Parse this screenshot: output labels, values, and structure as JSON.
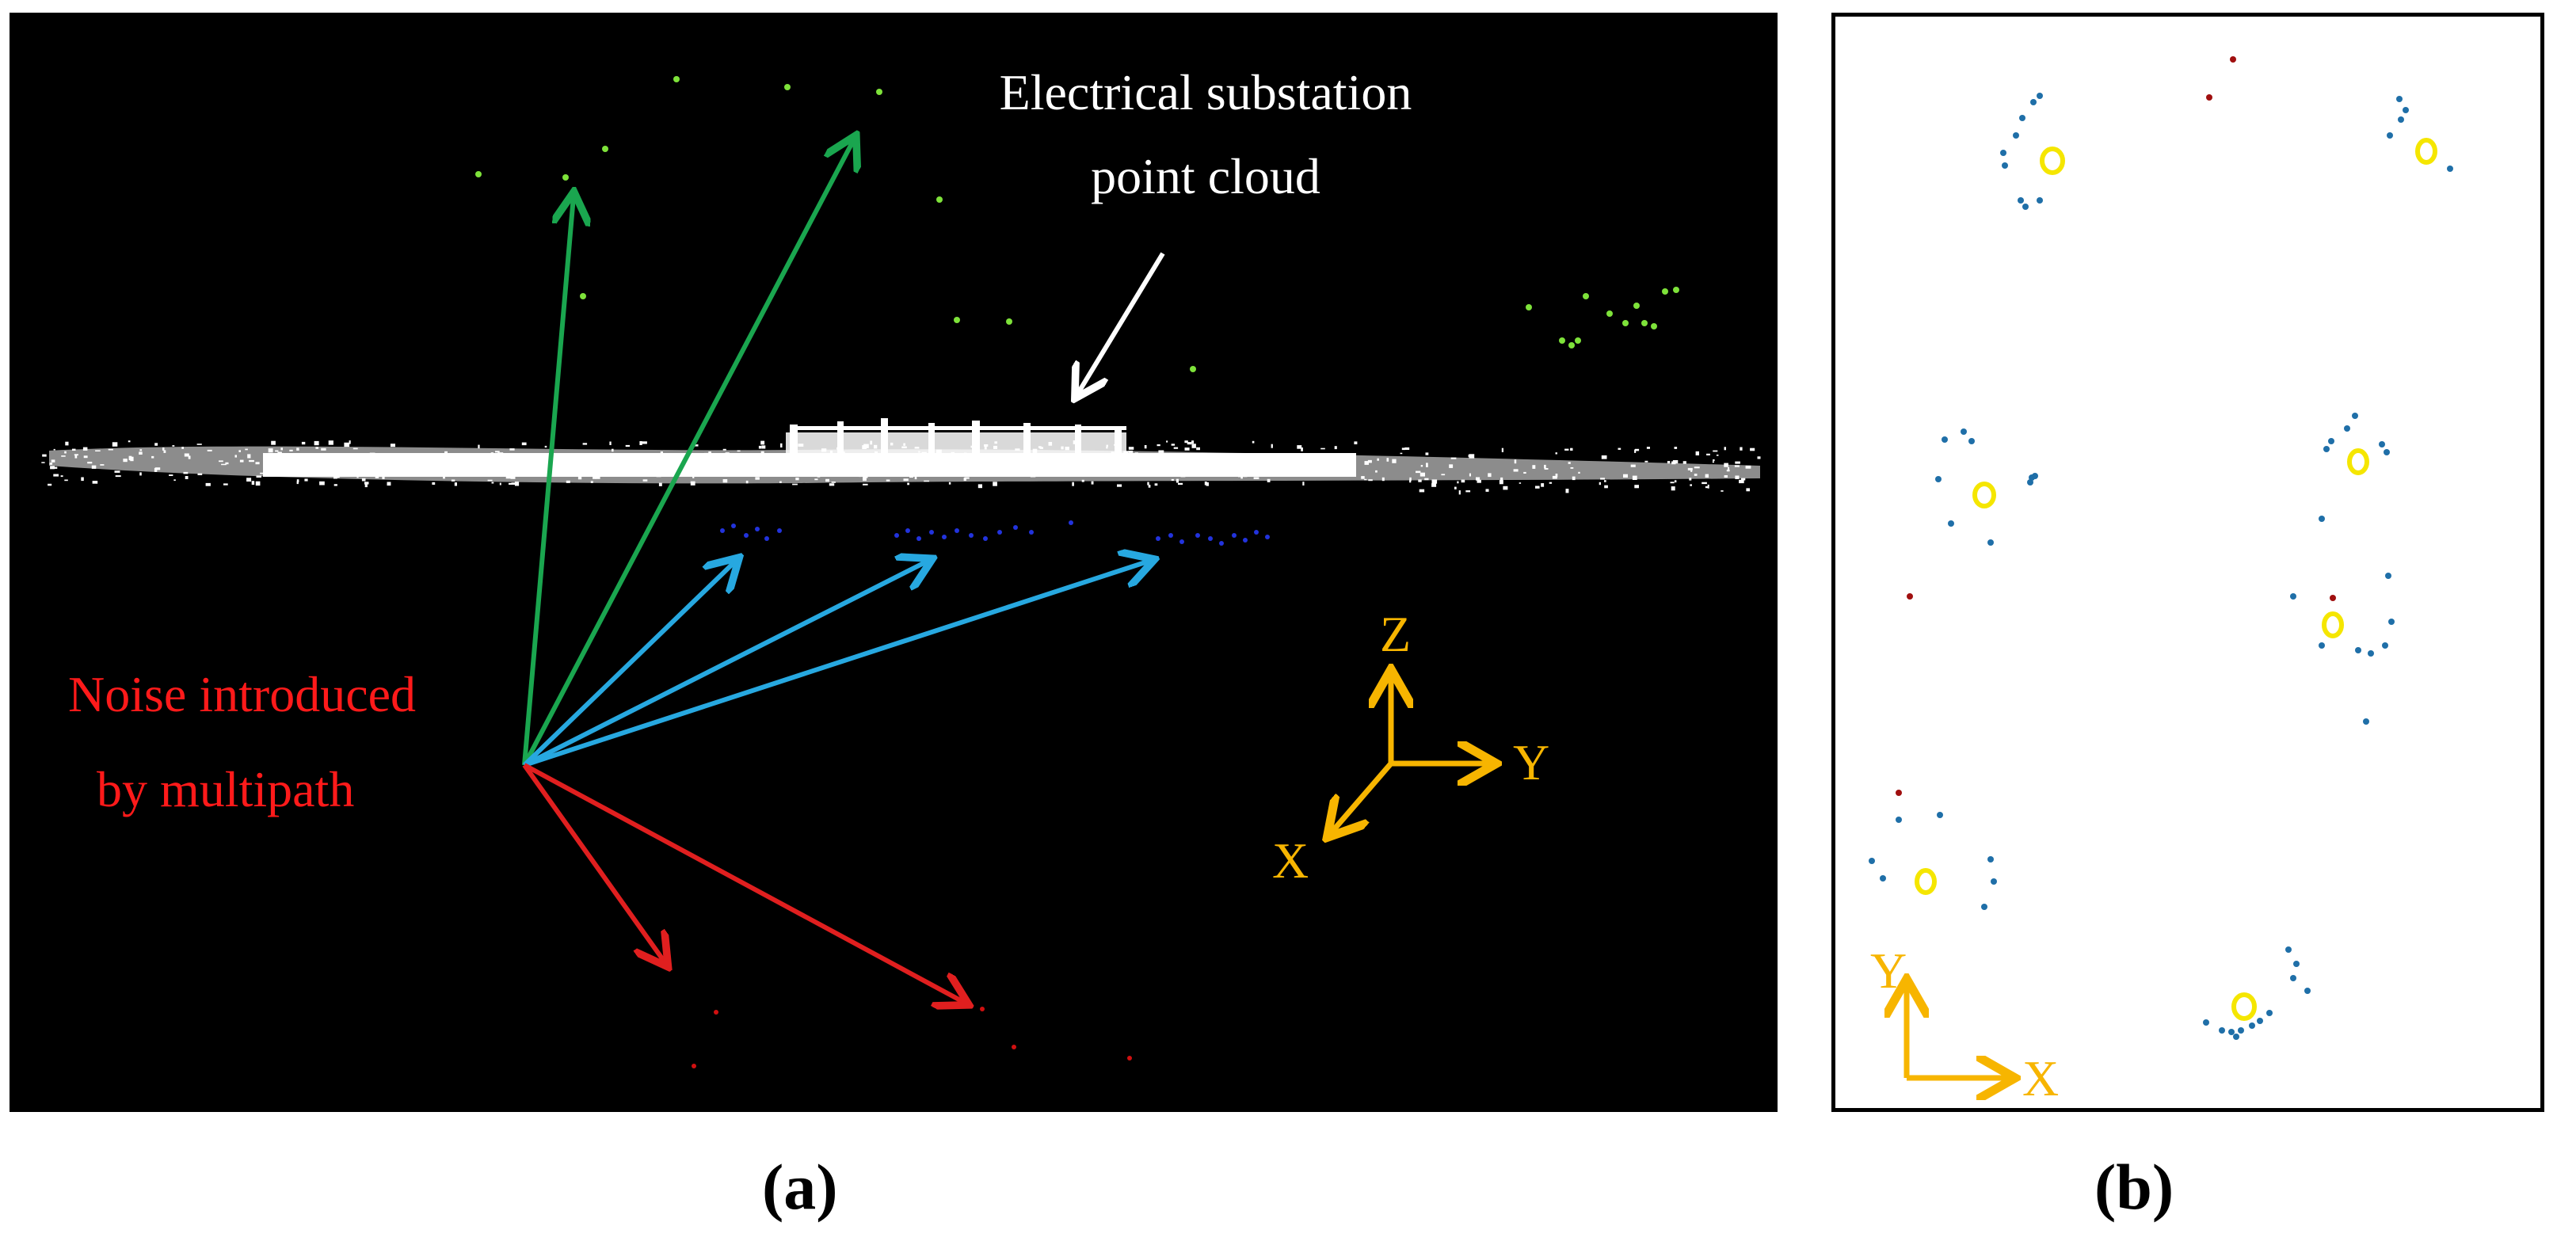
{
  "panel_a": {
    "annotation": {
      "line1": "Electrical substation",
      "line2": "point cloud"
    },
    "noise_label": {
      "line1": "Noise introduced",
      "line2": "by multipath"
    },
    "axes": {
      "z": "Z",
      "y": "Y",
      "x": "X"
    }
  },
  "panel_b": {
    "axes": {
      "y": "Y",
      "x": "X"
    }
  },
  "captions": {
    "a": "(a)",
    "b": "(b)"
  },
  "colors": {
    "green_arrow": "#1aa64f",
    "cyan_arrow": "#27a8e0",
    "red_arrow": "#e01f1f",
    "axis_orange": "#f7b500",
    "white_text": "#ffffff",
    "red_text": "#ff1a1a",
    "blue_point": "#1f6fa8",
    "yellow_marker": "#f5e600",
    "dark_red_point": "#a00f0f"
  }
}
